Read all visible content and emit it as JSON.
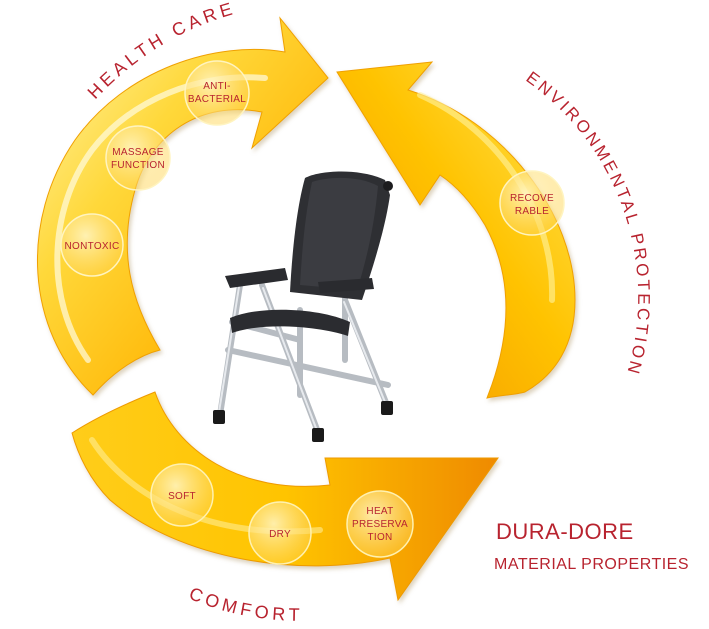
{
  "labels": {
    "health_care": "HEALTH CARE",
    "environmental_protection": "ENVIRONMENTAL PROTECTION",
    "comfort": "COMFORT"
  },
  "properties": {
    "anti_bacterial": [
      "ANTI-",
      "BACTERIAL"
    ],
    "massage_function": [
      "MASSAGE",
      "FUNCTION"
    ],
    "nontoxic": [
      "NONTOXIC"
    ],
    "recoverable": [
      "RECOVE",
      "RABLE"
    ],
    "soft": [
      "SOFT"
    ],
    "dry": [
      "DRY"
    ],
    "heat_preservation": [
      "HEAT",
      "PRESERVA",
      "TION"
    ]
  },
  "brand": {
    "title": "DURA-DORE",
    "subtitle": "MATERIAL PROPERTIES"
  },
  "colors": {
    "accent": "#b8232f",
    "arrow_light": "#fff3a0",
    "arrow_mid": "#ffc400",
    "arrow_dark": "#f29100"
  },
  "image": {
    "subject": "folding camping chair"
  }
}
